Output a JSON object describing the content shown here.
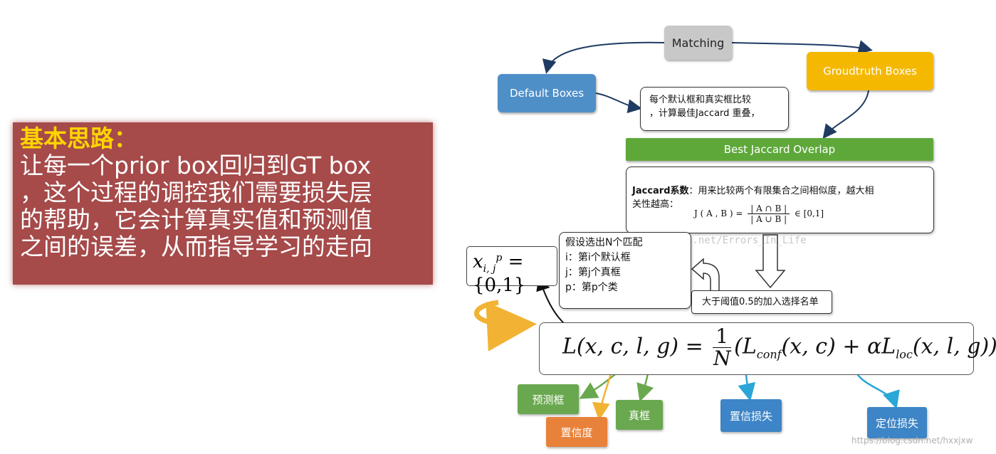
{
  "panel": {
    "heading": "基本思路：",
    "lines": [
      "让每一个prior box回归到GT box",
      "，这个过程的调控我们需要损失层",
      "的帮助，它会计算真实值和预测值",
      "之间的误差，从而指导学习的走向"
    ]
  },
  "flow": {
    "matching": "Matching",
    "default_boxes": "Default Boxes",
    "groundtruth_boxes": "Groudtruth Boxes",
    "note_lines": [
      "每个默认框和真实框比较",
      "，计算最佳Jaccard 重叠，"
    ],
    "best_overlap": "Best Jaccard Overlap",
    "jaccard_title": "Jaccard系数",
    "jaccard_desc_1": "：用来比较两个有限集合之间相似度，越大相",
    "jaccard_desc_2": "关性越高：",
    "jaccard_lhs": "J ( A , B ) =",
    "jaccard_num": "| A ∩ B |",
    "jaccard_den": "| A ∪ B |",
    "jaccard_rhs": "∈ [0,1]",
    "threshold": "大于阈值0.5的加入选择名单"
  },
  "assumption": {
    "lines": [
      "假设选出N个匹配",
      "i：第i个默认框",
      "j：第j个真框",
      "p：第p个类"
    ]
  },
  "indicator": {
    "x": "x",
    "sub": "i, j",
    "sup": "p",
    "rhs": " ={0,1}"
  },
  "loss": {
    "lhs": "L(x, c, l, g) =",
    "frac_num": "1",
    "frac_den": "N",
    "open": "(L",
    "conf_sub": "conf",
    "conf_args": "(x, c) + αL",
    "loc_sub": "loc",
    "loc_args": "(x, l, g))"
  },
  "labels": {
    "pred_box": "预测框",
    "confidence": "置信度",
    "real_box": "真框",
    "conf_loss": "置信损失",
    "loc_loss": "定位损失"
  },
  "watermark": "log.csdn.net/Errors_In_Life",
  "credit": "https://blog.csdn.net/hxxjxw",
  "colors": {
    "panel": "#a64a4a",
    "heading": "#ffd400",
    "default_boxes": "#4f8fc8",
    "groundtruth": "#f5b800",
    "best_overlap": "#5ea83a",
    "green_tag": "#6aa84f",
    "orange_tag": "#e8823a",
    "blue_tag": "#3d85c6"
  }
}
